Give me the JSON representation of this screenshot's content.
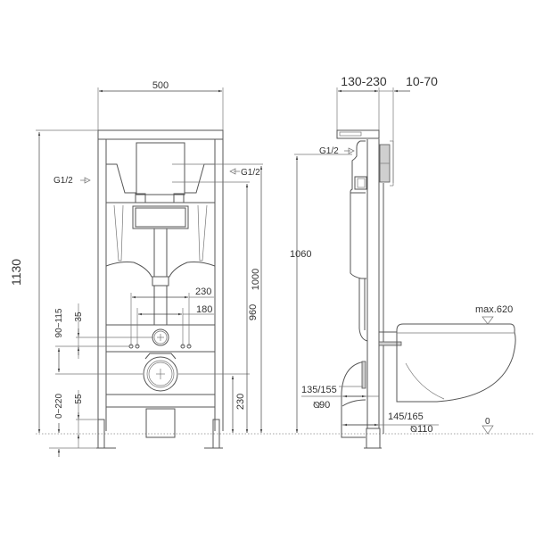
{
  "front_view": {
    "width_label": "500",
    "height_total_label": "1130",
    "inlet_left_label": "G1/2",
    "inlet_right_label": "G1/2",
    "dim_1000": "1000",
    "dim_960": "960",
    "dim_230_vertical": "230",
    "dim_230_horizontal": "230",
    "dim_180": "180",
    "dim_90_115": "90~115",
    "dim_35": "35",
    "dim_0_220": "0~220",
    "dim_55": "55"
  },
  "side_view": {
    "dim_130_230": "130-230",
    "dim_10_70": "10-70",
    "inlet_label": "G1/2",
    "dim_1060": "1060",
    "max_label": "max.620",
    "dim_135_155": "135/155",
    "dia_90": "90",
    "dim_145_165": "145/165",
    "dia_110": "110",
    "floor_label": "0"
  },
  "colors": {
    "line": "#555555",
    "text": "#333333",
    "background": "#ffffff"
  }
}
